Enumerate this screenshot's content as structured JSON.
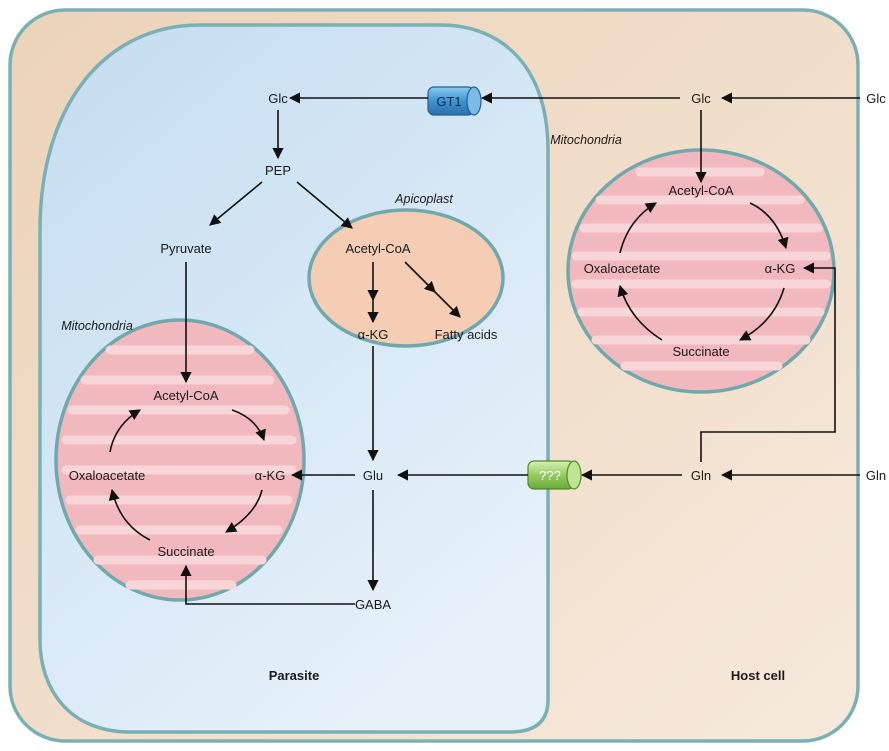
{
  "host": {
    "title": "Host cell",
    "glc_outside": "Glc",
    "glc": "Glc",
    "gln_outside": "Gln",
    "gln": "Gln",
    "mito": {
      "title": "Mitochondria",
      "acetyl_coa": "Acetyl-CoA",
      "alpha_kg": "α-KG",
      "oxaloacetate": "Oxaloacetate",
      "succinate": "Succinate"
    }
  },
  "parasite": {
    "title": "Parasite",
    "glc": "Glc",
    "pep": "PEP",
    "pyruvate": "Pyruvate",
    "glu": "Glu",
    "gaba": "GABA",
    "apicoplast": {
      "title": "Apicoplast",
      "acetyl_coa": "Acetyl-CoA",
      "alpha_kg": "α-KG",
      "fatty_acids": "Fatty acids"
    },
    "mito": {
      "title": "Mitochondria",
      "acetyl_coa": "Acetyl-CoA",
      "alpha_kg": "α-KG",
      "oxaloacetate": "Oxaloacetate",
      "succinate": "Succinate"
    }
  },
  "transporters": {
    "gt1": "GT1",
    "unknown": "???"
  },
  "colors": {
    "host_bg": "#f3e1cf",
    "host_border": "#7ab0b5",
    "parasite_fill": "#d9eaf7",
    "apicoplast_fill": "#f4cdb4",
    "mito_fill": "#f1b8bd",
    "mito_fold": "#f8d6d8",
    "gt1": "#4a9fd8",
    "unknown": "#9fd36e"
  }
}
